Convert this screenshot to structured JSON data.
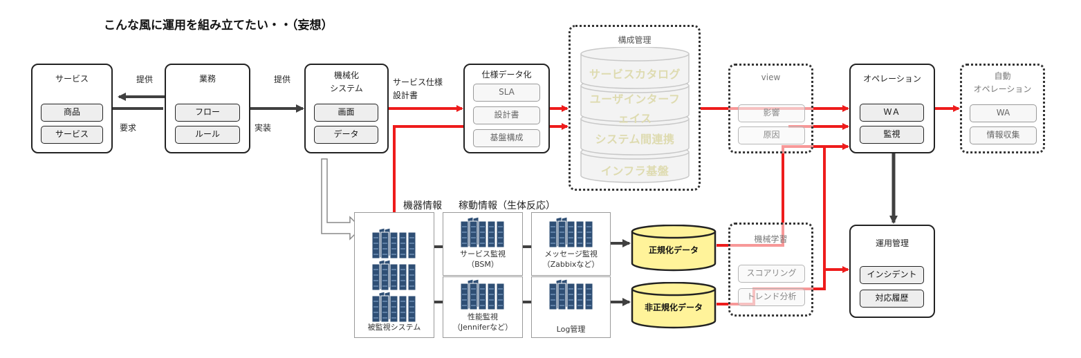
{
  "heading": "こんな風に運用を組み立てたい・・（妄想）",
  "service": {
    "title": "サービス",
    "items": [
      "商品",
      "サービス"
    ]
  },
  "business": {
    "title": "業務",
    "items": [
      "フロー",
      "ルール"
    ]
  },
  "mech": {
    "title": "機械化\nシステム",
    "items": [
      "画面",
      "データ"
    ]
  },
  "spec": {
    "title": "仕様データ化",
    "items": [
      "SLA",
      "設計書",
      "基盤構成"
    ]
  },
  "config": {
    "title": "構成管理",
    "layers": [
      "サービスカタログ",
      "ユーザインターフェイス",
      "システム間連携",
      "インフラ基盤"
    ]
  },
  "view": {
    "title": "view",
    "items": [
      "影響",
      "原因"
    ]
  },
  "ops": {
    "title": "オペレーション",
    "items": [
      "ＷＡ",
      "監視"
    ]
  },
  "auto_ops": {
    "title": "自動\nオペレーション",
    "items": [
      "WA",
      "情報収集"
    ]
  },
  "incident": {
    "title": "運用管理",
    "items": [
      "インシデント",
      "対応履歴"
    ]
  },
  "ml": {
    "title": "機械学習",
    "items": [
      "スコアリング",
      "トレンド分析"
    ]
  },
  "arrows": {
    "provide1": "提供",
    "provide2": "提供",
    "request": "要求",
    "implement": "実装",
    "spec_doc": "サービス仕様\n設計書"
  },
  "section": {
    "device_info": "機器情報",
    "operation_info": "稼動情報（生体反応）"
  },
  "monitored": {
    "label": "被監視システム"
  },
  "svc_mon": {
    "label": "サービス監視\n（BSM）"
  },
  "msg_mon": {
    "label": "メッセージ監視\n（Zabbixなど）"
  },
  "perf_mon": {
    "label": "性能監視\n（Jenniferなど）"
  },
  "log_mgmt": {
    "label": "Log管理"
  },
  "normalized": {
    "label": "正規化データ"
  },
  "unnormalized": {
    "label": "非正規化データ"
  },
  "colors": {
    "red": "#ee1c1c",
    "dark_arrow": "#404040",
    "db_fill": "#fff39a",
    "server": "#2f4f75"
  }
}
